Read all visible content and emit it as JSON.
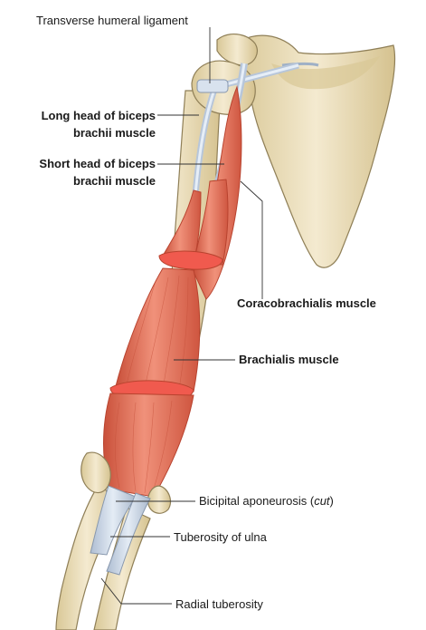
{
  "labels": {
    "transverse_humeral_ligament": "Transverse humeral ligament",
    "long_head_line1": "Long head of biceps",
    "long_head_line2": "brachii muscle",
    "short_head_line1": "Short head of biceps",
    "short_head_line2": "brachii muscle",
    "coracobrachialis": "Coracobrachialis muscle",
    "brachialis": "Brachialis muscle",
    "bicipital_prefix": "Bicipital aponeurosis (",
    "bicipital_cut": "cut",
    "bicipital_suffix": ")",
    "tuberosity_ulna": "Tuberosity of ulna",
    "radial_tuberosity": "Radial tuberosity"
  },
  "colors": {
    "bone": "#efe3bf",
    "bone_shade": "#cdbb8a",
    "bone_outline": "#8f7f57",
    "muscle": "#e8735a",
    "muscle_light": "#f39a82",
    "muscle_dark": "#c74a35",
    "cut_surface": "#f05a4e",
    "tendon": "#c9d6e6",
    "tendon_outline": "#8797ad",
    "leader": "#333333"
  }
}
